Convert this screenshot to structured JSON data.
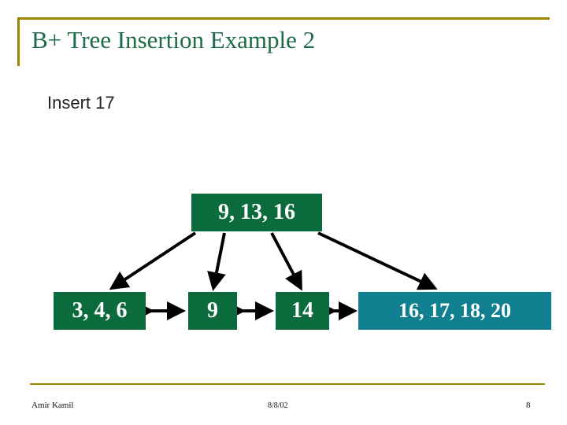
{
  "slide": {
    "title": "B+ Tree Insertion Example 2",
    "subtitle": "Insert 17",
    "accent_gold": "#9a8400",
    "title_color": "#1d6b46",
    "node_green": "#0c6b3d",
    "node_teal": "#107f8f"
  },
  "tree": {
    "root": {
      "label": "9, 13, 16"
    },
    "leaves": [
      {
        "label": "3, 4, 6"
      },
      {
        "label": "9"
      },
      {
        "label": "14"
      },
      {
        "label": "16, 17, 18, 20"
      }
    ]
  },
  "footer": {
    "author": "Amir Kamil",
    "date": "8/8/02",
    "page": "8"
  }
}
